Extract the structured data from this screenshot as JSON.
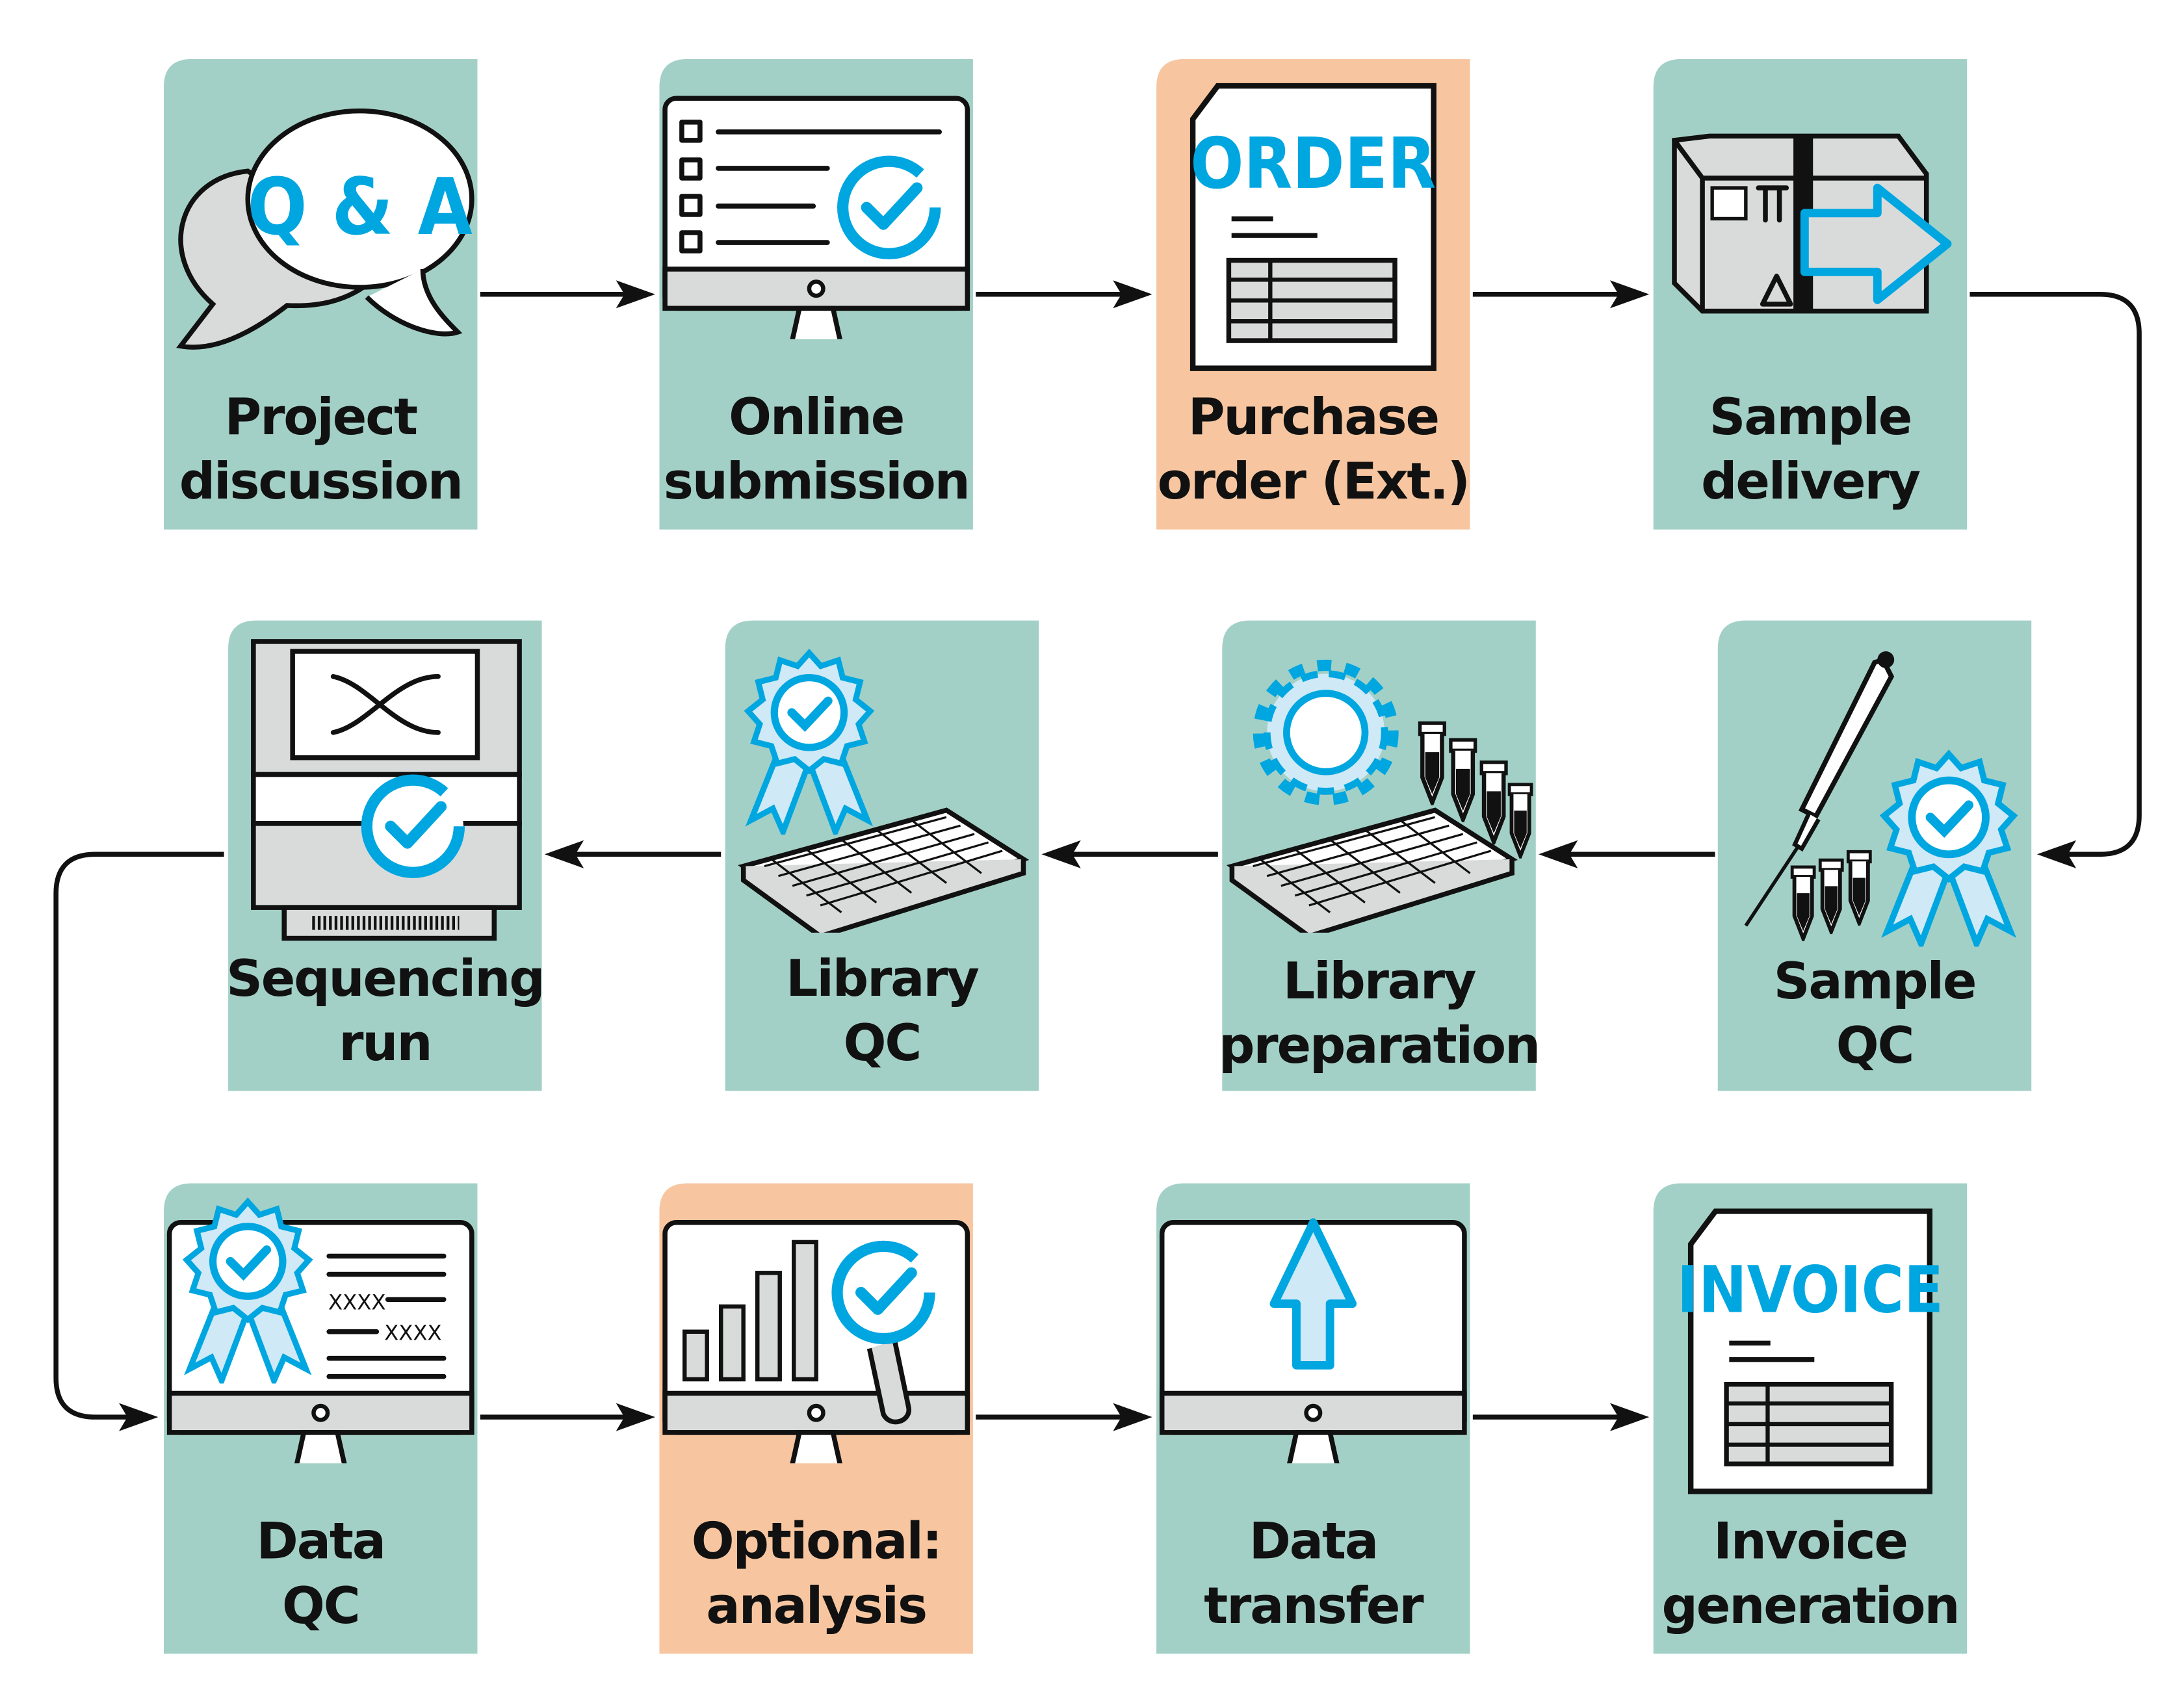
{
  "colors": {
    "step": "#A3D0C6",
    "external_or_optional": "#F7C6A0",
    "accent": "#00A6E0",
    "arrow": "#111111"
  },
  "steps": [
    {
      "lines": [
        "Project",
        "discussion"
      ],
      "icon": "qa-speech-bubbles-icon",
      "icon_text": "Q & A",
      "color": "#A3D0C6"
    },
    {
      "lines": [
        "Online",
        "submission"
      ],
      "icon": "monitor-form-check-icon",
      "color": "#A3D0C6"
    },
    {
      "lines": [
        "Purchase",
        "order (Ext.)"
      ],
      "icon": "order-document-icon",
      "icon_text": "ORDER",
      "color": "#F7C6A0"
    },
    {
      "lines": [
        "Sample",
        "delivery"
      ],
      "icon": "package-arrow-icon",
      "color": "#A3D0C6"
    },
    {
      "lines": [
        "Sample",
        "QC"
      ],
      "icon": "pipette-badge-icon",
      "color": "#A3D0C6"
    },
    {
      "lines": [
        "Library",
        "preparation"
      ],
      "icon": "gear-plate-tubes-icon",
      "color": "#A3D0C6"
    },
    {
      "lines": [
        "Library",
        "QC"
      ],
      "icon": "badge-plate-icon",
      "color": "#A3D0C6"
    },
    {
      "lines": [
        "Sequencing",
        "run"
      ],
      "icon": "sequencer-check-icon",
      "color": "#A3D0C6"
    },
    {
      "lines": [
        "Data",
        "QC"
      ],
      "icon": "monitor-badge-report-icon",
      "icon_text": [
        "XXXX",
        "XXXX"
      ],
      "color": "#A3D0C6"
    },
    {
      "lines": [
        "Optional:",
        "analysis"
      ],
      "icon": "monitor-chart-magnifier-icon",
      "color": "#F7C6A0"
    },
    {
      "lines": [
        "Data",
        "transfer"
      ],
      "icon": "monitor-upload-icon",
      "color": "#A3D0C6"
    },
    {
      "lines": [
        "Invoice",
        "generation"
      ],
      "icon": "invoice-document-icon",
      "icon_text": "INVOICE",
      "color": "#A3D0C6"
    }
  ]
}
